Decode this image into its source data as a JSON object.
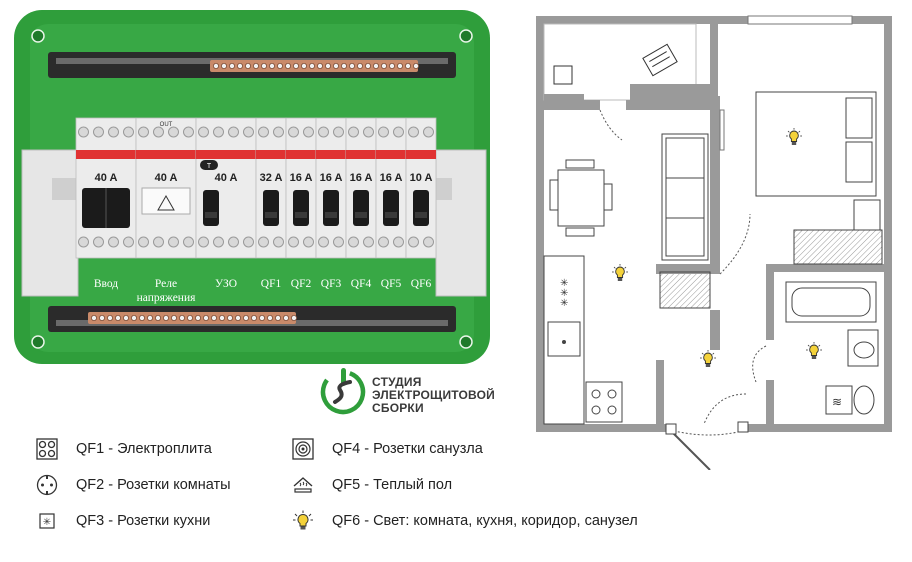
{
  "panel": {
    "modules": [
      {
        "name": "vvod",
        "rating": "40 A",
        "label": "Ввод"
      },
      {
        "name": "relay",
        "rating": "40 A",
        "label": "Реле напряжения",
        "label_line1": "Реле",
        "label_line2": "напряжения"
      },
      {
        "name": "uzo",
        "rating": "40 A",
        "label": "УЗО"
      },
      {
        "name": "qf1",
        "rating": "32 A",
        "label": "QF1"
      },
      {
        "name": "qf2",
        "rating": "16 A",
        "label": "QF2"
      },
      {
        "name": "qf3",
        "rating": "16 A",
        "label": "QF3"
      },
      {
        "name": "qf4",
        "rating": "16 A",
        "label": "QF4"
      },
      {
        "name": "qf5",
        "rating": "16 A",
        "label": "QF5"
      },
      {
        "name": "qf6",
        "rating": "10 A",
        "label": "QF6"
      }
    ],
    "relay_top_mark": "OUT",
    "uzo_test_mark": "T"
  },
  "logo": {
    "line1": "СТУДИЯ",
    "line2": "ЭЛЕКТРОЩИТОВОЙ",
    "line3": "СБОРКИ"
  },
  "legend": [
    {
      "icon": "stove-icon",
      "text": "QF1 - Электроплита"
    },
    {
      "icon": "room-socket-icon",
      "text": "QF2 - Розетки комнаты"
    },
    {
      "icon": "kitchen-socket-icon",
      "text": "QF3 - Розетки кухни"
    },
    {
      "icon": "bathroom-socket-icon",
      "text": "QF4 - Розетки санузла"
    },
    {
      "icon": "floor-heating-icon",
      "text": "QF5 - Теплый пол"
    },
    {
      "icon": "light-bulb-icon",
      "text": "QF6 - Свет: комната, кухня, коридор, санузел"
    }
  ],
  "colors": {
    "enclosure_green": "#2f9e3b",
    "enclosure_dark": "#1f7a2a",
    "breaker_red": "#e03232",
    "busbar_copper": "#c98a6a",
    "bulb_yellow": "#f4d23a"
  }
}
